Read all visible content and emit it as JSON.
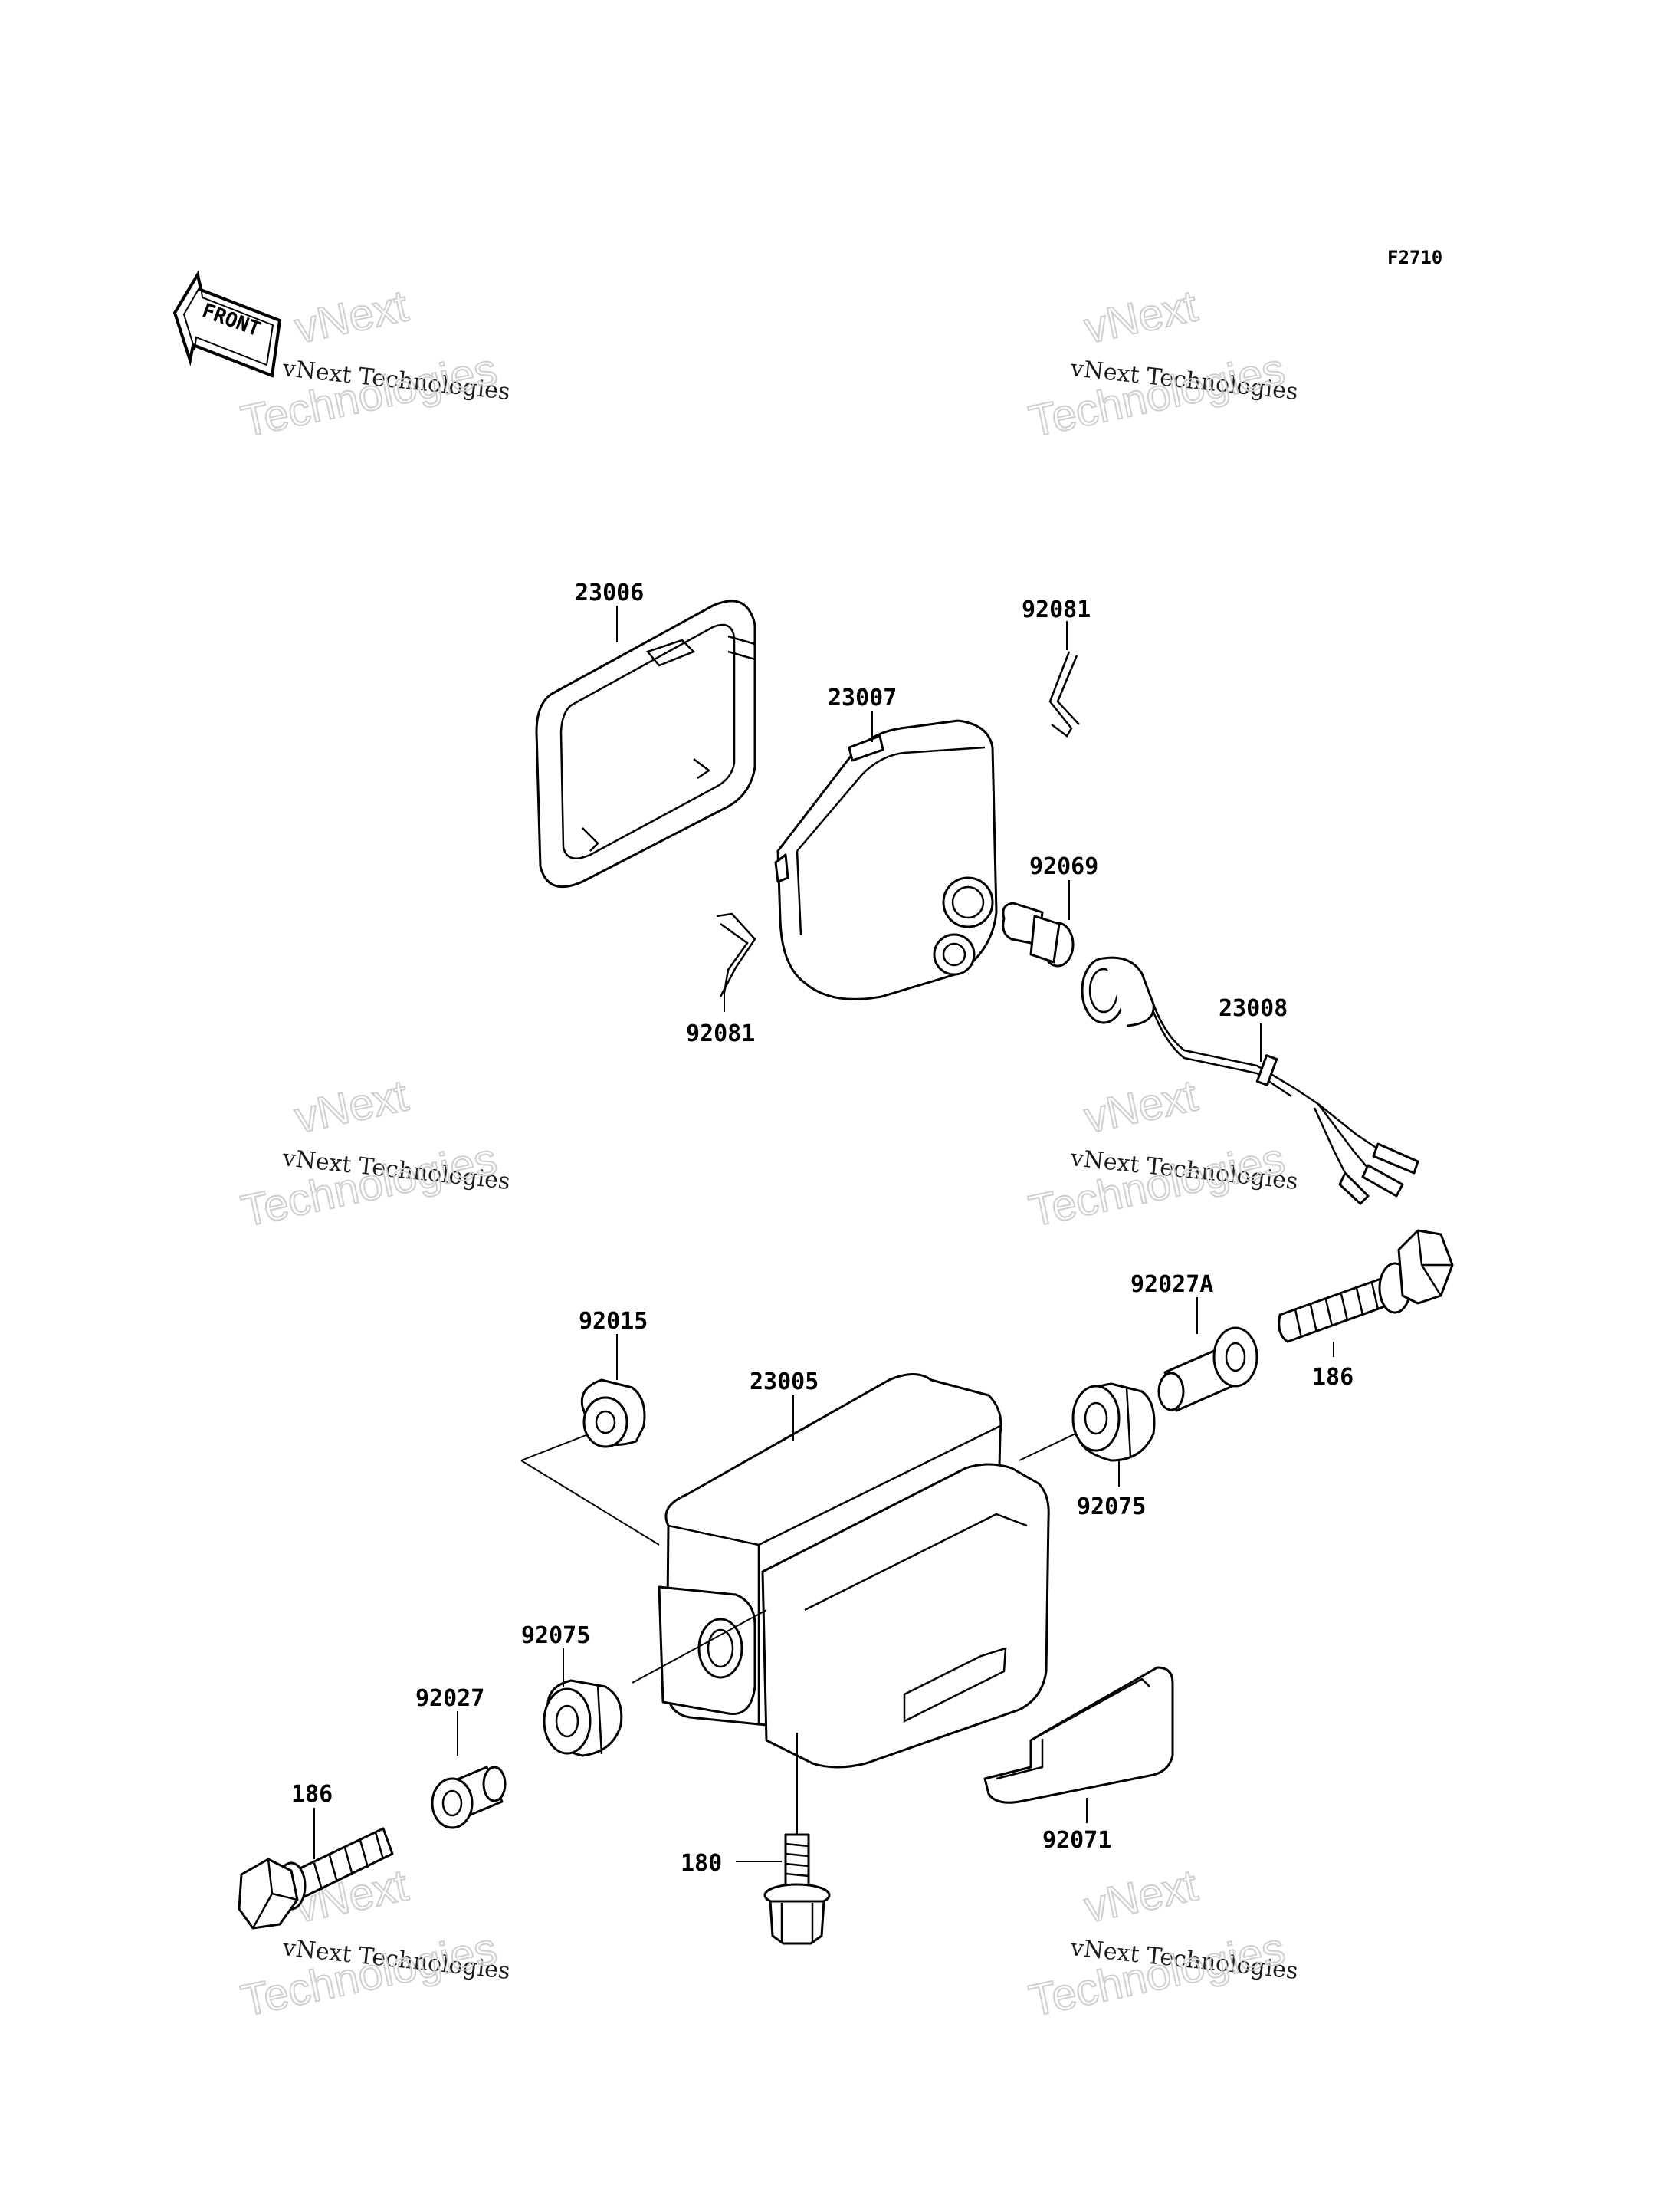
{
  "figure_code": "F2710",
  "front_label": "FRONT",
  "watermark": {
    "line1": "vNext",
    "line2": "vNext Technologies",
    "line3": "Technologies"
  },
  "parts": {
    "p23006": "23006",
    "p23007": "23007",
    "p92081_top": "92081",
    "p92081_bottom": "92081",
    "p92069": "92069",
    "p23008": "23008",
    "p92015": "92015",
    "p23005": "23005",
    "p92027A": "92027A",
    "p186_right": "186",
    "p92075_right": "92075",
    "p92075_left": "92075",
    "p92027": "92027",
    "p186_left": "186",
    "p180": "180",
    "p92071": "92071"
  },
  "colors": {
    "line": "#000000",
    "background": "#ffffff",
    "watermark_outline": "#cfcfcf"
  }
}
